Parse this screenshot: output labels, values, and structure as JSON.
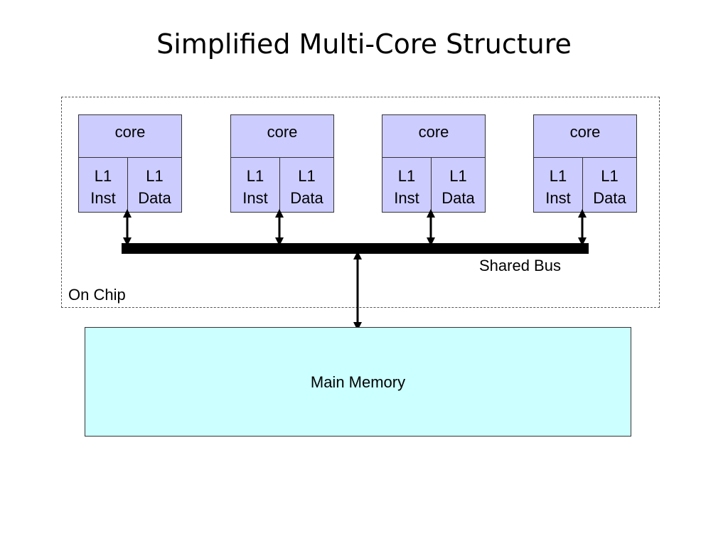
{
  "title": "Simplified Multi-Core Structure",
  "chip_label": "On Chip",
  "bus_label": "Shared Bus",
  "memory_label": "Main Memory",
  "cores": [
    {
      "label": "core",
      "inst_top": "L1",
      "inst_bottom": "Inst",
      "data_top": "L1",
      "data_bottom": "Data"
    },
    {
      "label": "core",
      "inst_top": "L1",
      "inst_bottom": "Inst",
      "data_top": "L1",
      "data_bottom": "Data"
    },
    {
      "label": "core",
      "inst_top": "L1",
      "inst_bottom": "Inst",
      "data_top": "L1",
      "data_bottom": "Data"
    },
    {
      "label": "core",
      "inst_top": "L1",
      "inst_bottom": "Inst",
      "data_top": "L1",
      "data_bottom": "Data"
    }
  ],
  "colors": {
    "core_fill": "#ccccff",
    "memory_fill": "#ccffff",
    "bus": "#000000"
  }
}
